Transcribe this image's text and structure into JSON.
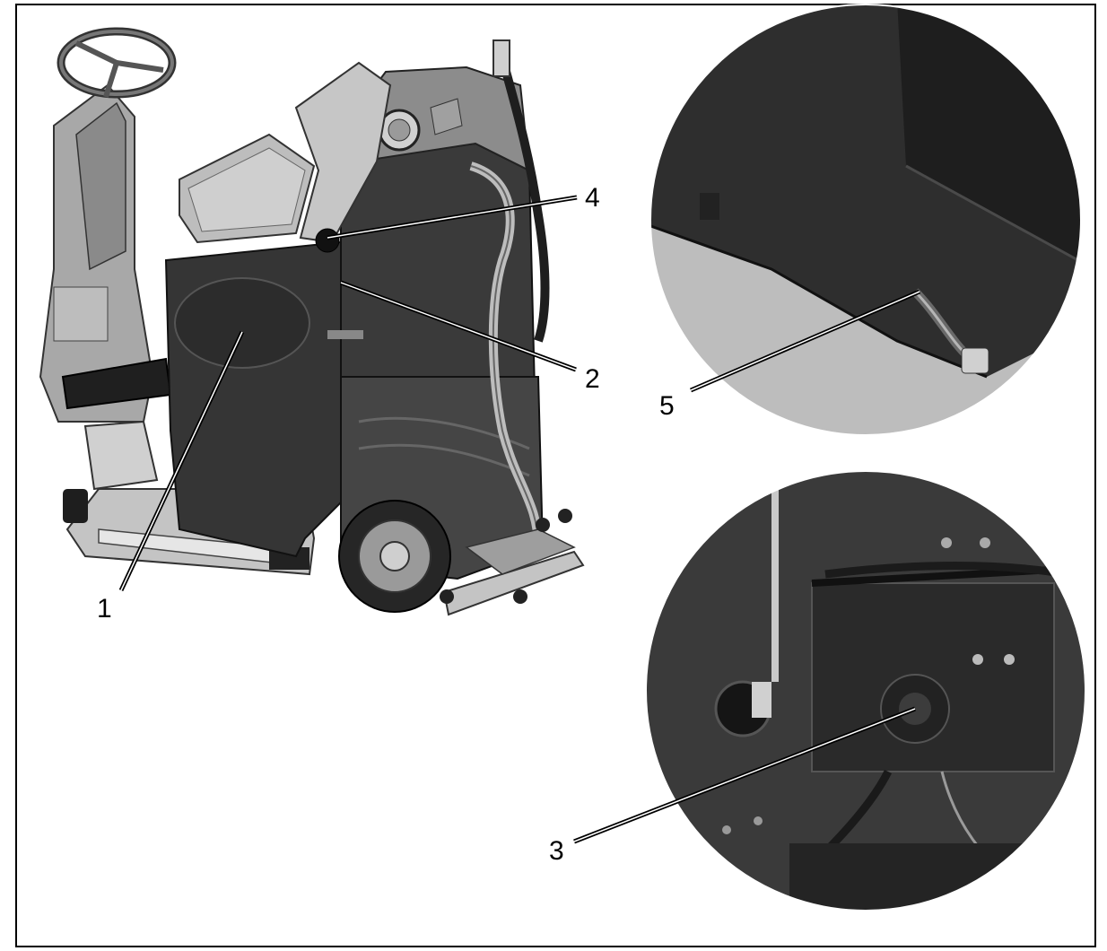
{
  "colors": {
    "frame": "#000000",
    "machine_body": "#3a3a3a",
    "machine_dark": "#262626",
    "machine_light": "#9a9a9a",
    "seat": "#bdbdbd",
    "inset_floor": "#bcbcbc",
    "inset_panel": "#2f2f2f"
  },
  "callouts": [
    {
      "id": "1",
      "label": "1"
    },
    {
      "id": "2",
      "label": "2"
    },
    {
      "id": "3",
      "label": "3"
    },
    {
      "id": "4",
      "label": "4"
    },
    {
      "id": "5",
      "label": "5"
    }
  ]
}
